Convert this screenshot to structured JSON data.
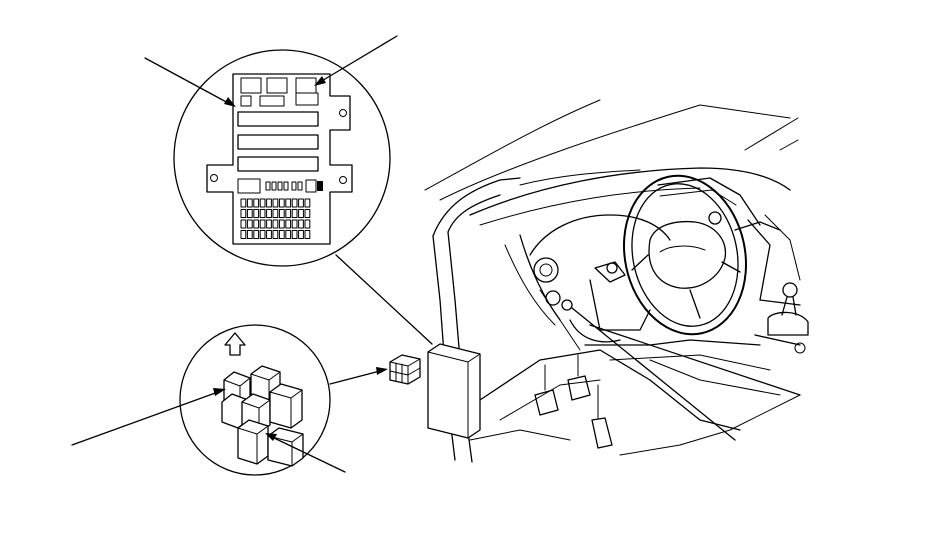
{
  "figure": {
    "type": "technical-illustration",
    "subject": "fuse-relay-box-location",
    "callout_count": 6
  }
}
